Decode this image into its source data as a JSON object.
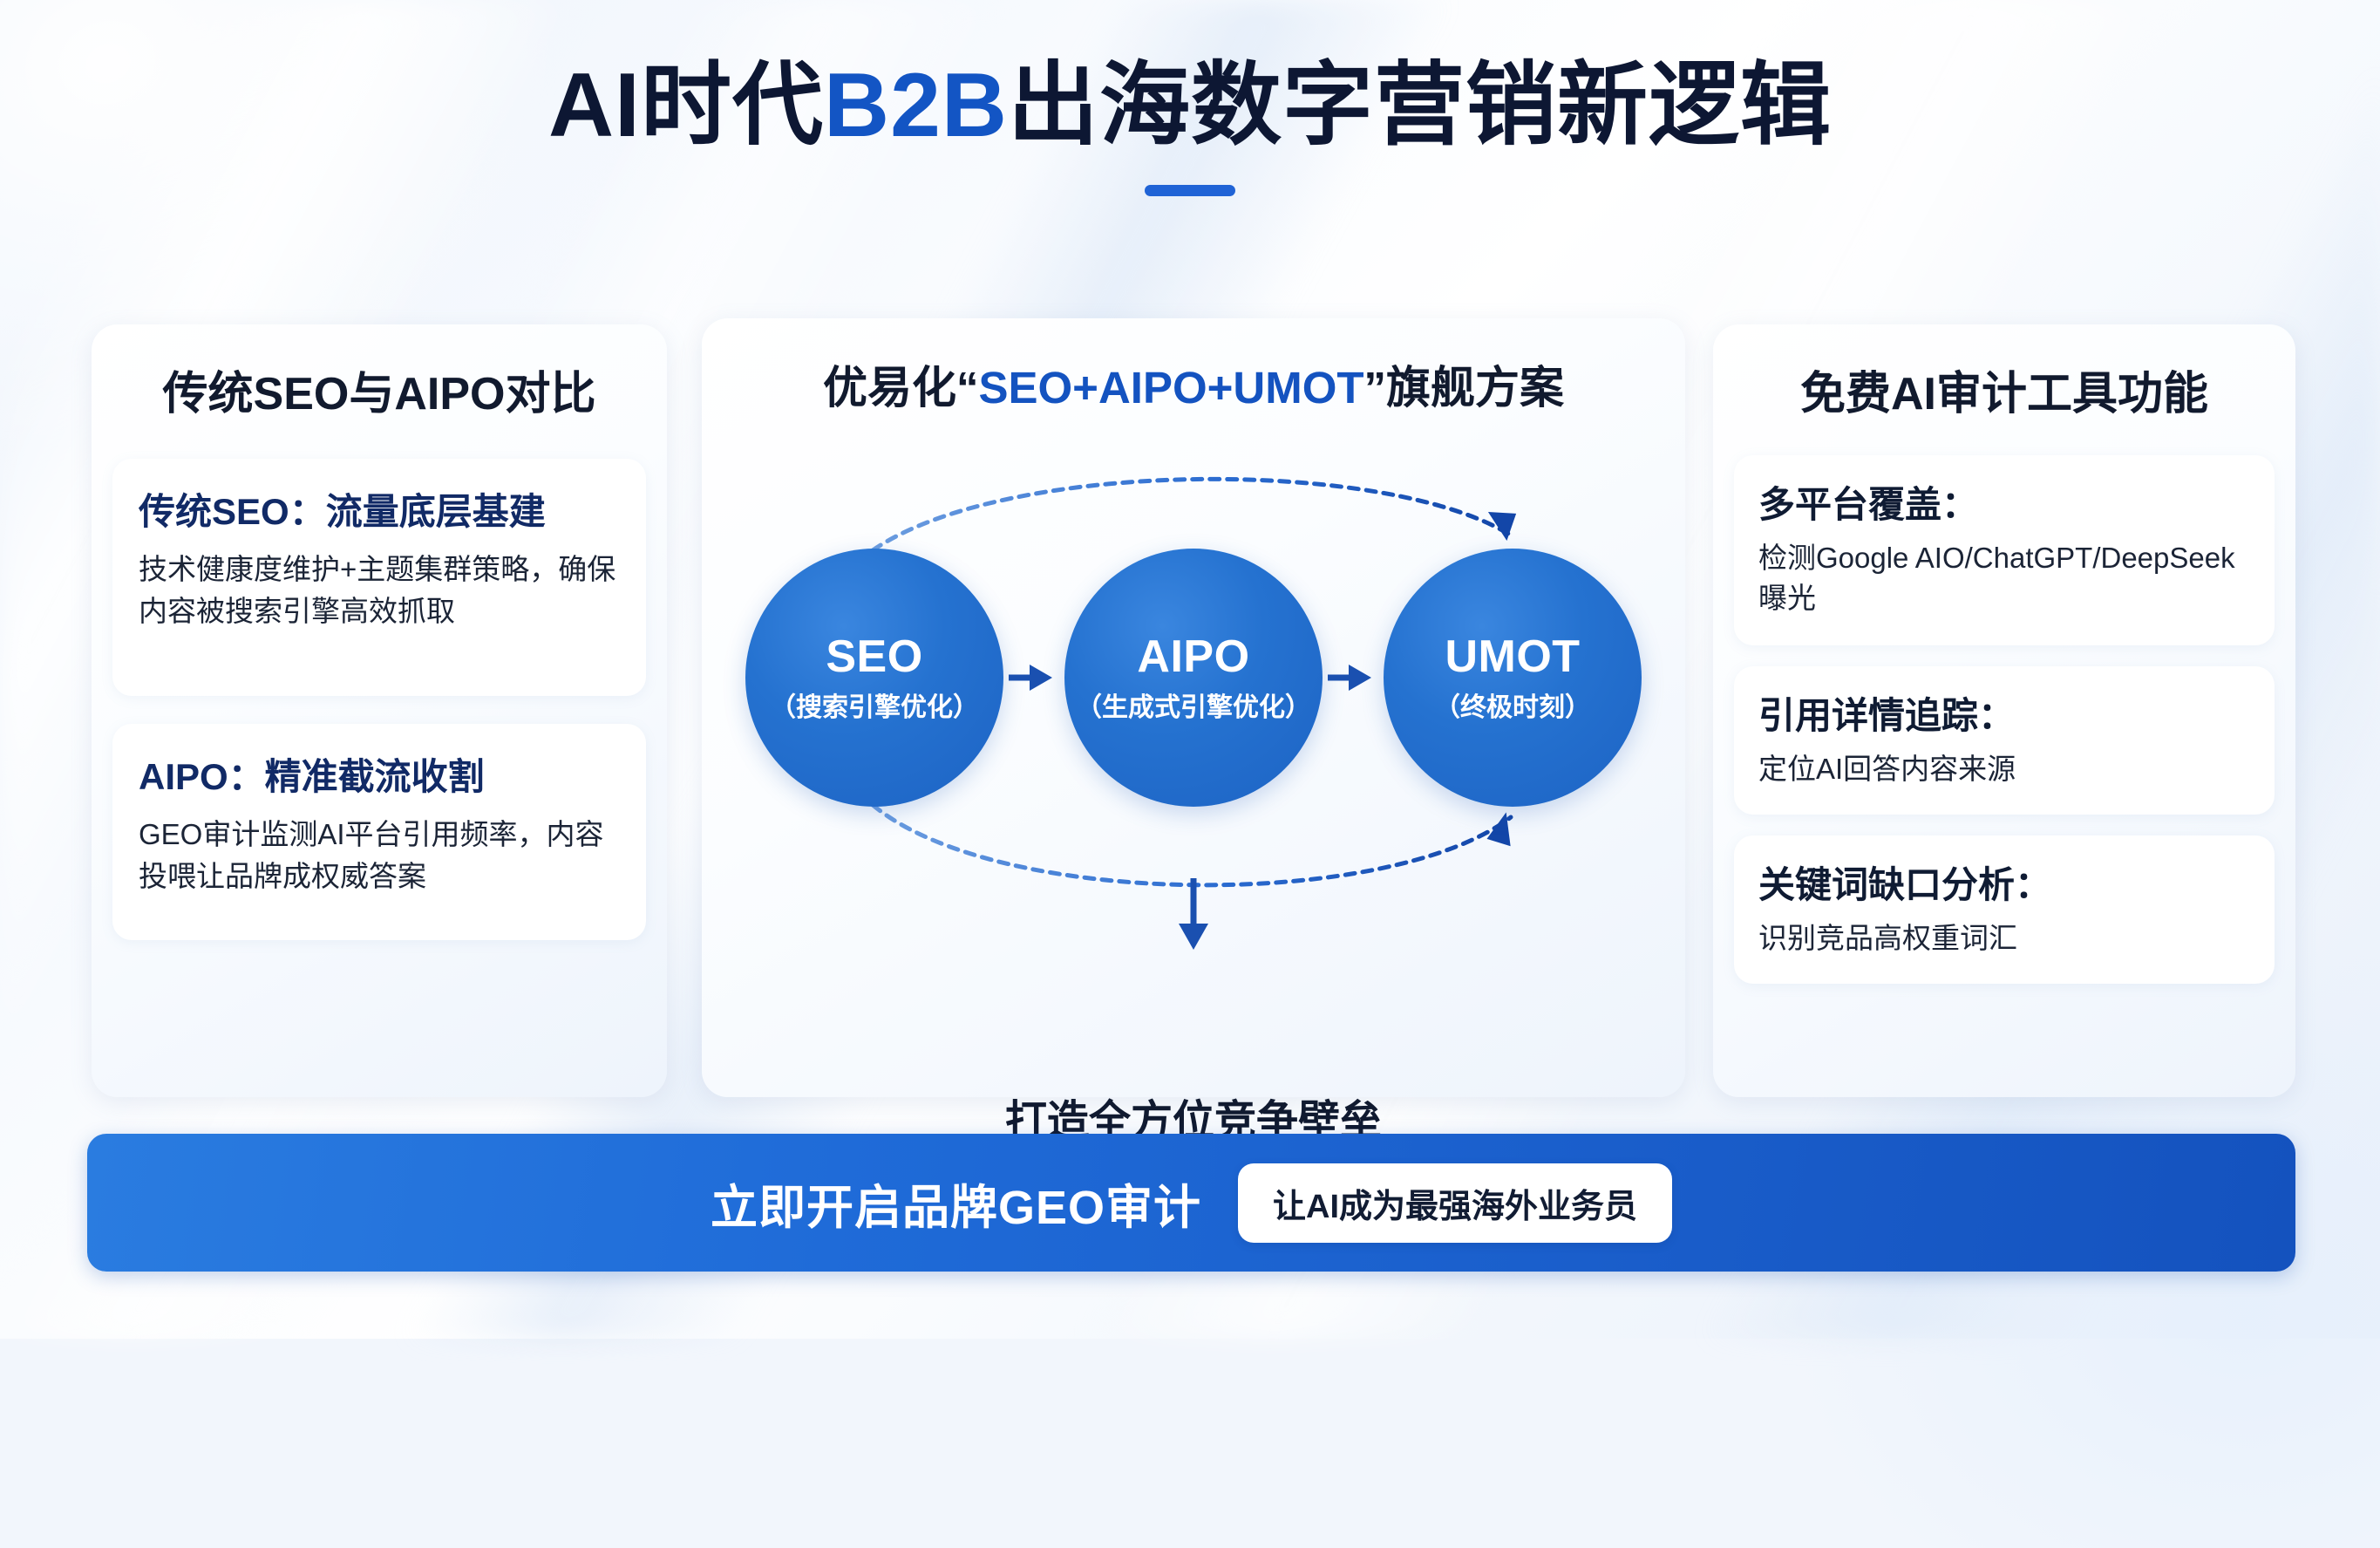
{
  "title": {
    "before": "AI时代",
    "highlight": "B2B",
    "after": "出海数字营销新逻辑"
  },
  "panel_left": {
    "heading": "传统SEO与AIPO对比",
    "cards": [
      {
        "title": "传统SEO：流量底层基建",
        "body": "技术健康度维护+主题集群策略，确保内容被搜索引擎高效抓取"
      },
      {
        "title": "AIPO：精准截流收割",
        "body": "GEO审计监测AI平台引用频率，内容投喂让品牌成权威答案"
      }
    ]
  },
  "panel_center": {
    "heading_before": "优易化“",
    "heading_highlight": "SEO+AIPO+UMOT",
    "heading_after": "”旗舰方案",
    "nodes": [
      {
        "name": "SEO",
        "sub": "（搜索引擎优化）"
      },
      {
        "name": "AIPO",
        "sub": "（生成式引擎优化）"
      },
      {
        "name": "UMOT",
        "sub": "（终极时刻）"
      }
    ],
    "connector_icons": [
      "arrow-right-icon",
      "arrow-right-icon"
    ],
    "arc_top_icon": "dashed-arc-arrow-icon",
    "arc_bottom_icon": "dashed-arc-arrow-icon",
    "down_arrow_icon": "arrow-down-icon",
    "outcome": "打造全方位竞争壁垒"
  },
  "panel_right": {
    "heading": "免费AI审计工具功能",
    "cards": [
      {
        "title": "多平台覆盖：",
        "body": "检测Google AIO/ChatGPT/DeepSeek曝光"
      },
      {
        "title": "引用详情追踪：",
        "body": "定位AI回答内容来源"
      },
      {
        "title": "关键词缺口分析：",
        "body": "识别竞品高权重词汇"
      }
    ]
  },
  "cta": {
    "text": "立即开启品牌GEO审计",
    "pill": "让AI成为最强海外业务员"
  },
  "colors": {
    "brand_blue": "#1f63d6",
    "title_navy": "#0d1733",
    "title_accent": "#1355c4",
    "card_title_navy": "#112a66",
    "circle_blue": "#2572d0",
    "arrow_blue": "#1a50b0",
    "cta_gradient_start": "#2a7ce0",
    "cta_gradient_end": "#1452be"
  }
}
